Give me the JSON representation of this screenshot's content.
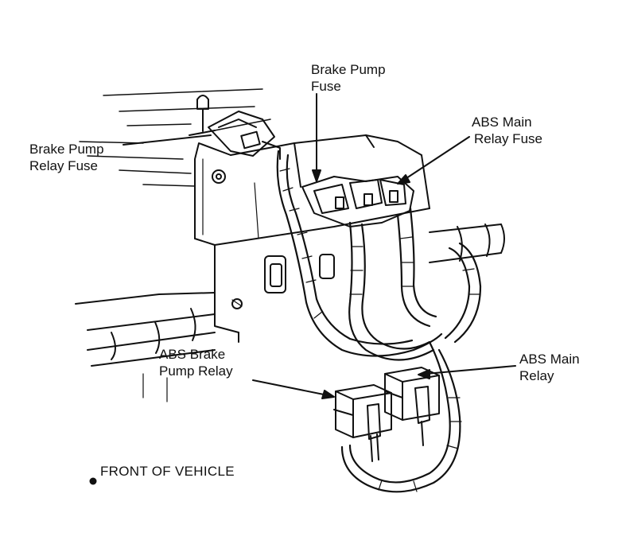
{
  "labels": {
    "brake_pump_fuse": [
      "Brake Pump",
      "Fuse"
    ],
    "abs_main_relay_fuse": [
      "ABS Main",
      "Relay Fuse"
    ],
    "brake_pump_relay_fuse": [
      "Brake Pump",
      "Relay Fuse"
    ],
    "abs_brake_pump_relay": [
      "ABS Brake",
      "Pump Relay"
    ],
    "abs_main_relay": [
      "ABS Main",
      "Relay"
    ],
    "front_of_vehicle": "FRONT OF VEHICLE"
  },
  "colors": {
    "ink": "#111111",
    "paper": "#ffffff"
  },
  "icons": {
    "front_marker": "dot-icon"
  }
}
